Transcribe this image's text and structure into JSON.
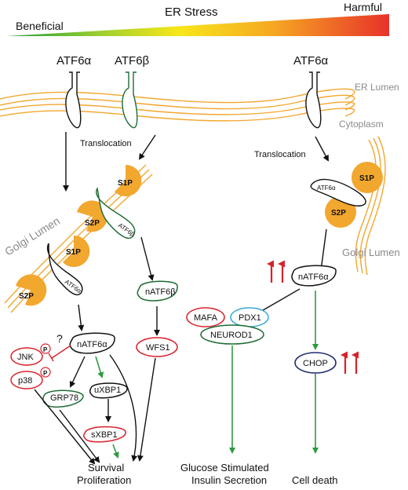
{
  "gradient": {
    "beneficial": "Beneficial",
    "stress": "ER Stress",
    "harmful": "Harmful",
    "colors": [
      "#1a9a3a",
      "#9fd030",
      "#f7e71a",
      "#f6a623",
      "#e8322a"
    ]
  },
  "membrane": {
    "er_lumen": "ER Lumen",
    "cytoplasm": "Cytoplasm",
    "golgi_lumen_left": "Golgi Lumen",
    "golgi_lumen_right": "Golgi Lumen",
    "color": "#f2a72e"
  },
  "proteins": {
    "atf6a_left": "ATF6α",
    "atf6b": "ATF6β",
    "atf6a_right": "ATF6α",
    "s1p": "S1P",
    "s2p": "S2P",
    "atf6a_small": "ATF6α",
    "atf6b_small": "ATF6β"
  },
  "steps": {
    "translocation_left": "Translocation",
    "translocation_right": "Translocation",
    "question": "?",
    "p_marker": "P"
  },
  "nodes": {
    "natf6a_left": "nATF6α",
    "natf6b": "nATF6β",
    "wfs1": "WFS1",
    "jnk": "JNK",
    "p38": "p38",
    "grp78": "GRP78",
    "uxbp1": "uXBP1",
    "sxbp1": "sXBP1",
    "natf6a_right": "nATF6α",
    "mafa": "MAFA",
    "pdx1": "PDX1",
    "neurod1": "NEUROD1",
    "chop": "CHOP"
  },
  "outcomes": {
    "survival": "Survival",
    "proliferation": "Proliferation",
    "glucose": "Glucose Stimulated",
    "insulin": "Insulin Secretion",
    "cell_death": "Cell death"
  },
  "colors": {
    "green": "#2e9a3f",
    "red": "#d9212b",
    "blue": "#3aa8d8",
    "navy": "#1e2a6e",
    "dark_green": "#1d6b34"
  }
}
